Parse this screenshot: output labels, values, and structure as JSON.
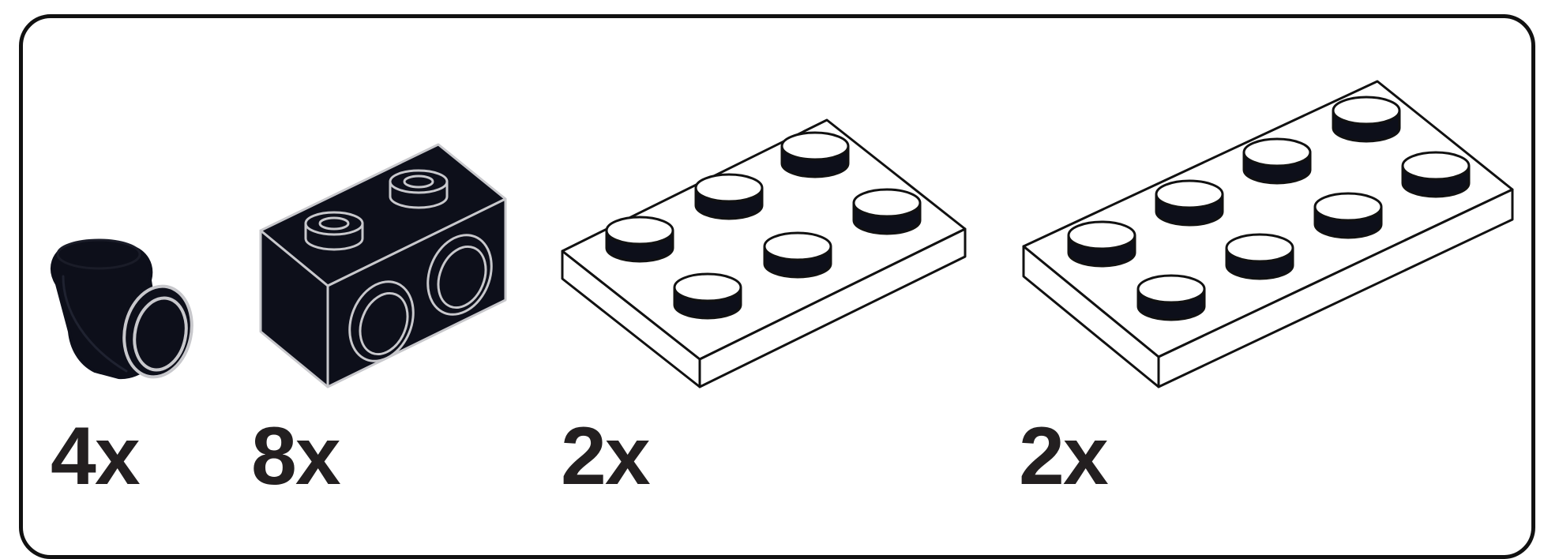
{
  "parts": [
    {
      "quantity": "4x",
      "icon": "bush-connector-icon",
      "color": "#0d0f1a"
    },
    {
      "quantity": "8x",
      "icon": "technic-brick-1x2-holes-icon",
      "color": "#0d0f1a"
    },
    {
      "quantity": "2x",
      "icon": "plate-2x3-icon",
      "color": "#ffffff"
    },
    {
      "quantity": "2x",
      "icon": "plate-2x4-icon",
      "color": "#ffffff"
    }
  ],
  "colors": {
    "border": "#111111",
    "text": "#231f20",
    "dark_part": "#0d0f1a",
    "light_part": "#ffffff",
    "highlight": "#c8c8cc"
  }
}
